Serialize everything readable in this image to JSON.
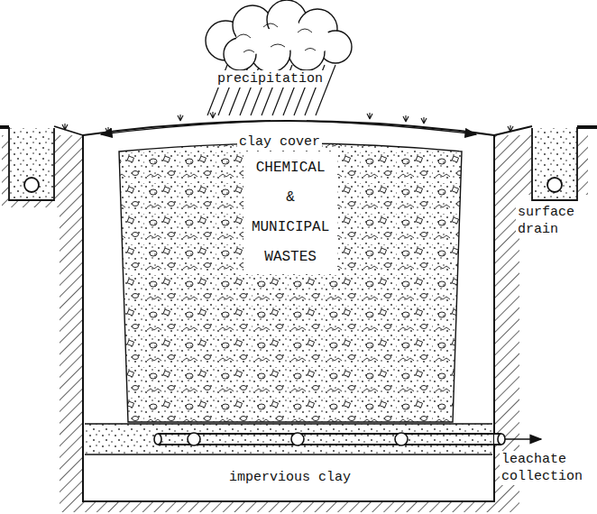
{
  "diagram": {
    "nodes": [
      {
        "text": [
          "CHEMICAL & MUNICIPAL WASTES"
        ]
      }
    ],
    "labels": [
      "precipitation",
      "clay cover",
      "surface drain",
      "impervious clay",
      "leachate collection"
    ]
  }
}
